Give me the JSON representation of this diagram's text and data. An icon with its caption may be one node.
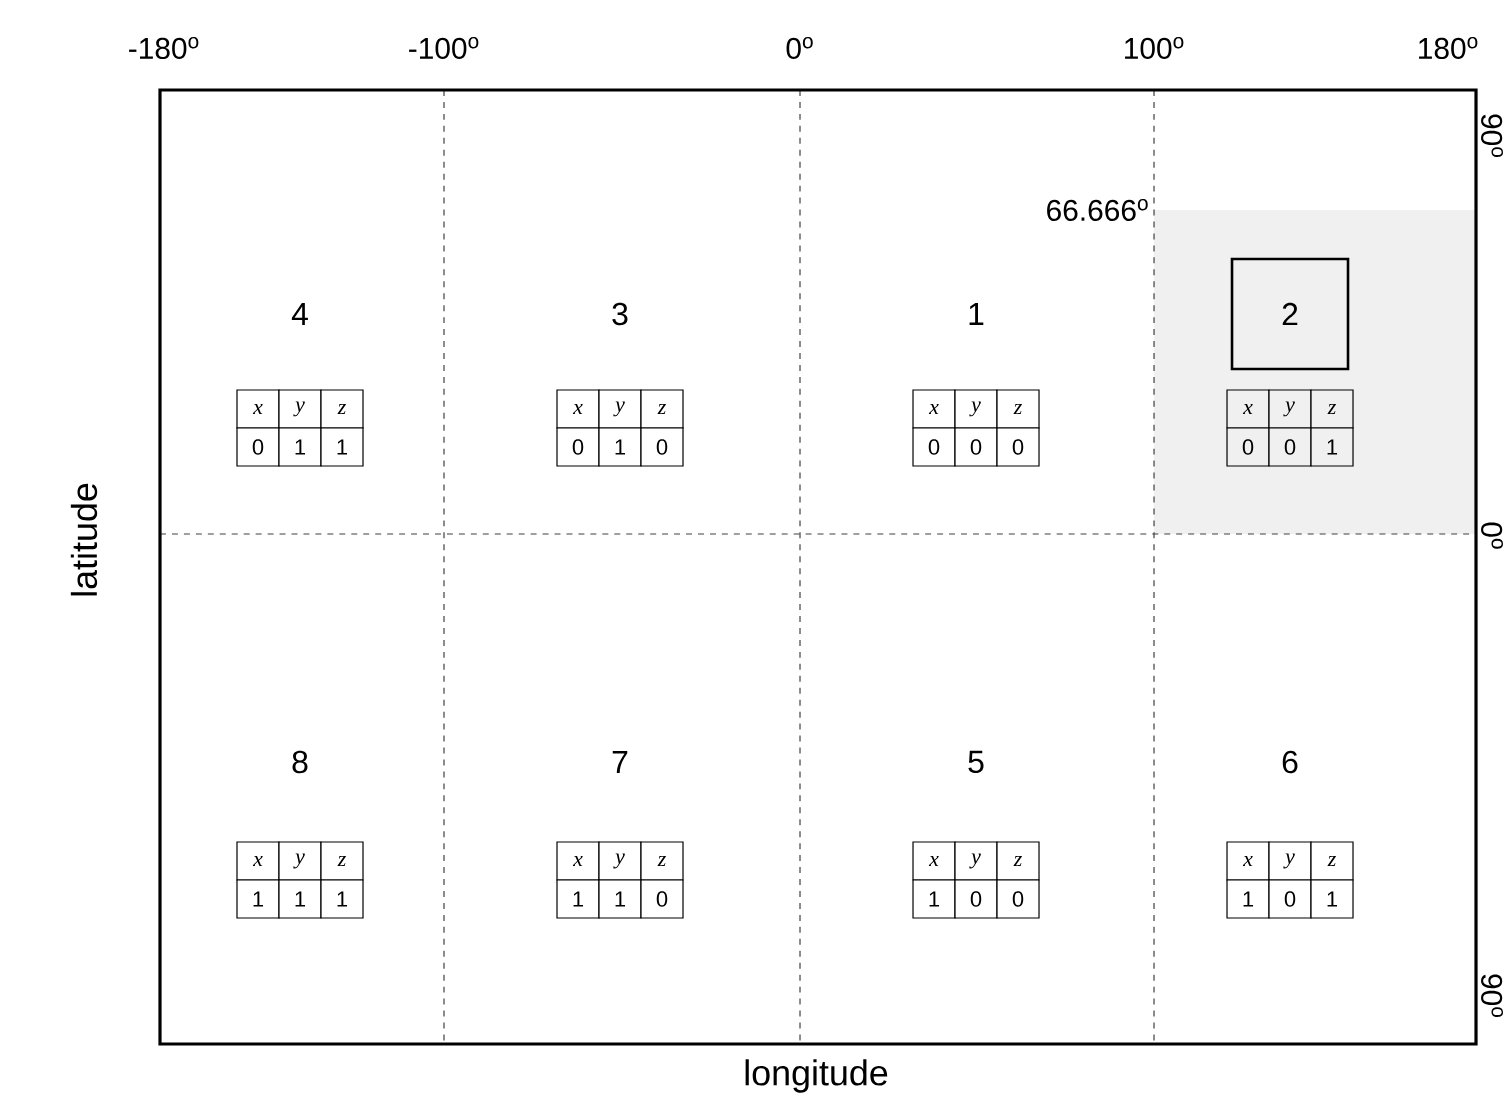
{
  "diagram": {
    "nodes": [
      {
        "text": [
          "4"
        ]
      },
      {
        "text": [
          "3"
        ]
      },
      {
        "text": [
          "1"
        ]
      },
      {
        "text": [],
        "shape": "box"
      },
      {
        "text": [
          "2"
        ],
        "in": 3
      },
      {
        "text": [
          "8"
        ]
      },
      {
        "text": [
          "7"
        ]
      },
      {
        "text": [
          "5"
        ]
      },
      {
        "text": [
          "6"
        ]
      }
    ],
    "labels": [
      "-180$^{o}$",
      "-100$^{o}$",
      "0$^{o}$",
      "100$^{o}$",
      "180$^{o}$",
      "90$^{o}$",
      "0$^{o}$",
      "90$^{o}$",
      "66.666$^{o}$",
      "latitude",
      "longitude",
      "x",
      "y",
      "z",
      "0",
      "1",
      "1",
      "x",
      "y",
      "z",
      "0",
      "1",
      "0",
      "x",
      "y",
      "z",
      "0",
      "0",
      "0",
      "x",
      "y",
      "z",
      "0",
      "0",
      "1",
      "x",
      "y",
      "z",
      "1",
      "1",
      "1",
      "x",
      "y",
      "z",
      "1",
      "1",
      "0",
      "x",
      "y",
      "z",
      "1",
      "0",
      "0",
      "x",
      "y",
      "z",
      "1",
      "0",
      "1"
    ]
  }
}
